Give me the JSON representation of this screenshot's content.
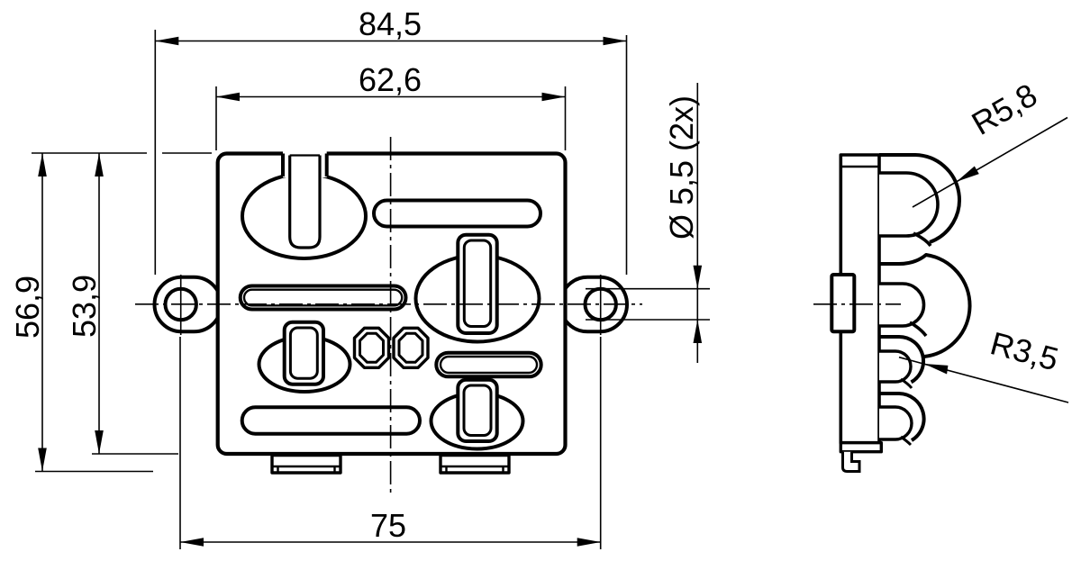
{
  "drawing": {
    "dims": {
      "overall_width": "84,5",
      "body_width": "62,6",
      "overall_height": "56,9",
      "body_height": "53,9",
      "hole_spacing": "75",
      "hole_diameter": "Ø 5,5 (2x)",
      "large_radius": "R5,8",
      "small_radius": "R3,5"
    },
    "colors": {
      "line": "#000000",
      "background": "#ffffff"
    }
  }
}
